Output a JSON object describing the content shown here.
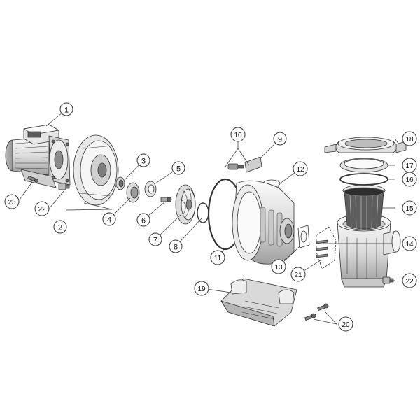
{
  "diagram": {
    "callouts": [
      {
        "id": "motor",
        "label": "1"
      },
      {
        "id": "seal-plate",
        "label": "2"
      },
      {
        "id": "shaft-seal",
        "label": "3"
      },
      {
        "id": "seal-ring",
        "label": "4"
      },
      {
        "id": "spring-seal",
        "label": "5"
      },
      {
        "id": "impeller-screw",
        "label": "6"
      },
      {
        "id": "impeller",
        "label": "7"
      },
      {
        "id": "diffuser-oring",
        "label": "8"
      },
      {
        "id": "clamp-band",
        "label": "9"
      },
      {
        "id": "clamp-screw",
        "label": "10"
      },
      {
        "id": "housing-oring",
        "label": "11"
      },
      {
        "id": "pump-housing",
        "label": "12"
      },
      {
        "id": "flange-gasket",
        "label": "13"
      },
      {
        "id": "strainer-pot",
        "label": "14"
      },
      {
        "id": "strainer-basket",
        "label": "15"
      },
      {
        "id": "lid-oring",
        "label": "16"
      },
      {
        "id": "strainer-lid",
        "label": "17"
      },
      {
        "id": "lid-lock-ring",
        "label": "18"
      },
      {
        "id": "pump-base",
        "label": "19"
      },
      {
        "id": "base-screws",
        "label": "20"
      },
      {
        "id": "housing-bolts",
        "label": "21"
      },
      {
        "id": "drain-plug-right",
        "label": "22"
      },
      {
        "id": "drain-plug-left",
        "label": "22"
      },
      {
        "id": "motor-foot-screw",
        "label": "23"
      }
    ],
    "colors": {
      "line": "#333333",
      "fill_light": "#f2f2f2",
      "fill_mid": "#d6d6d6",
      "fill_dark": "#9a9a9a"
    }
  }
}
